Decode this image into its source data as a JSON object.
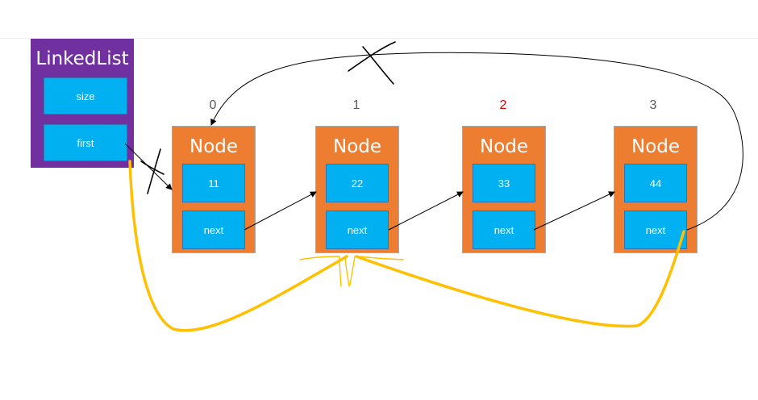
{
  "linked_list": {
    "title": "LinkedList",
    "fields": [
      "size",
      "first"
    ]
  },
  "nodes": [
    {
      "index": "0",
      "title": "Node",
      "value": "11",
      "next": "next"
    },
    {
      "index": "1",
      "title": "Node",
      "value": "22",
      "next": "next"
    },
    {
      "index": "2",
      "title": "Node",
      "value": "33",
      "next": "next"
    },
    {
      "index": "3",
      "title": "Node",
      "value": "44",
      "next": "next"
    }
  ],
  "colors": {
    "linked_list_bg": "#7030a0",
    "field_bg": "#00b0f0",
    "node_bg": "#ed7d31",
    "highlight_index": "#e00000",
    "annotation_yellow": "#ffc000"
  }
}
